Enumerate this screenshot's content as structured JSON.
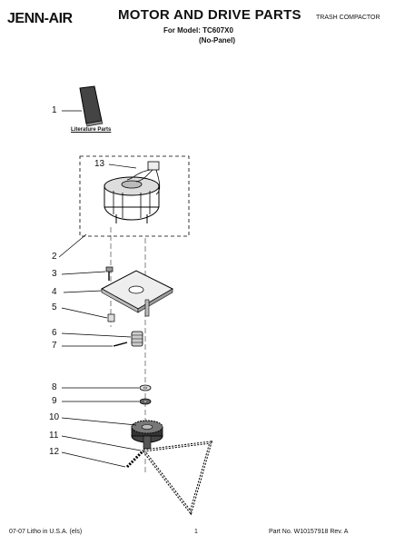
{
  "header": {
    "brand": "JENN-AIR",
    "title": "MOTOR AND DRIVE PARTS",
    "model_line": "For Model: TC607X0",
    "panel_line": "(No-Panel)",
    "category": "TRASH COMPACTOR"
  },
  "diagram": {
    "literature_label": "Literature Parts",
    "callouts": [
      "1",
      "2",
      "3",
      "4",
      "5",
      "6",
      "7",
      "8",
      "9",
      "10",
      "11",
      "12",
      "13"
    ]
  },
  "footer": {
    "left": "07-07 Litho in U.S.A. (els)",
    "center": "1",
    "right": "Part No. W10157918 Rev. A"
  }
}
